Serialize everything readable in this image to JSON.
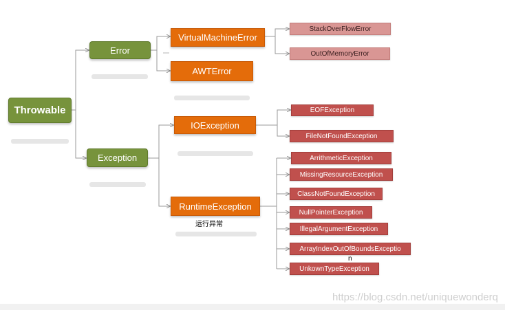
{
  "nodes": {
    "throwable": "Throwable",
    "error": "Error",
    "exception": "Exception",
    "virtual_machine_error": "VirtualMachineError",
    "awt_error": "AWTError",
    "io_exception": "IOException",
    "runtime_exception": "RuntimeException",
    "stack_overflow_error": "StackOverFlowError",
    "out_of_memory_error": "OutOfMemoryError",
    "eof_exception": "EOFException",
    "file_not_found_exception": "FileNotFoundException",
    "arithmetic_exception": "ArrithmeticException",
    "missing_resource_exception": "MissingResourceException",
    "class_not_found_exception": "ClassNotFoundException",
    "null_pointer_exception": "NullPointerException",
    "illegal_argument_exception": "IllegalArgumentException",
    "array_index_exception": "ArrayIndexOutOfBoundsExceptio",
    "array_index_overflow": "n",
    "unknown_type_exception": "UnkownTypeException"
  },
  "annotation": "运行异常",
  "watermark": "https://blog.csdn.net/uniquewonderq",
  "colors": {
    "root_green": "#77933c",
    "level2_orange": "#e46c0a",
    "leaf_red": "#c0504d",
    "leaf_pink": "#d99694",
    "connector": "#9a9a9a"
  }
}
